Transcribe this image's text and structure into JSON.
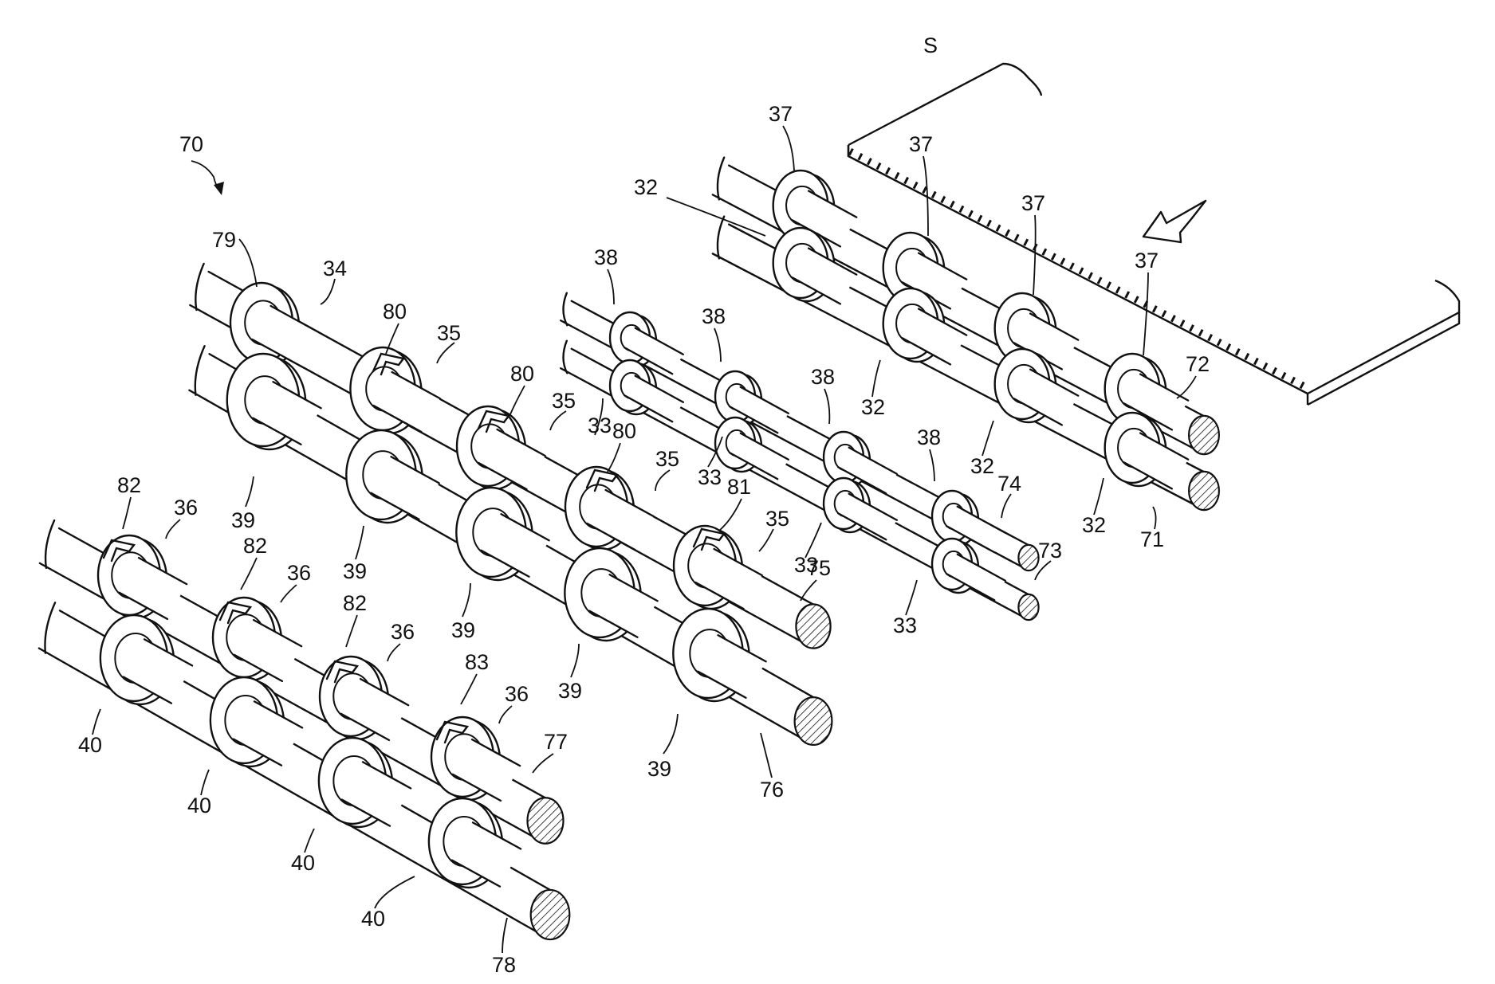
{
  "figure": {
    "assembly_label": "70",
    "sheet_label": "S",
    "transport_direction": "feed arrow pointing down-left toward shafts",
    "labels": [
      {
        "id": "ref-70",
        "text": "70"
      },
      {
        "id": "ref-S",
        "text": "S"
      },
      {
        "id": "ref-79",
        "text": "79"
      },
      {
        "id": "ref-34",
        "text": "34"
      },
      {
        "id": "ref-80a",
        "text": "80"
      },
      {
        "id": "ref-35a",
        "text": "35"
      },
      {
        "id": "ref-80b",
        "text": "80"
      },
      {
        "id": "ref-35b",
        "text": "35"
      },
      {
        "id": "ref-33a",
        "text": "33"
      },
      {
        "id": "ref-80c",
        "text": "80"
      },
      {
        "id": "ref-35c",
        "text": "35"
      },
      {
        "id": "ref-81",
        "text": "81"
      },
      {
        "id": "ref-35d",
        "text": "35"
      },
      {
        "id": "ref-75",
        "text": "75"
      },
      {
        "id": "ref-39a",
        "text": "39"
      },
      {
        "id": "ref-39b",
        "text": "39"
      },
      {
        "id": "ref-39c",
        "text": "39"
      },
      {
        "id": "ref-39d",
        "text": "39"
      },
      {
        "id": "ref-39e",
        "text": "39"
      },
      {
        "id": "ref-76",
        "text": "76"
      },
      {
        "id": "ref-82a",
        "text": "82"
      },
      {
        "id": "ref-36a",
        "text": "36"
      },
      {
        "id": "ref-82b",
        "text": "82"
      },
      {
        "id": "ref-36b",
        "text": "36"
      },
      {
        "id": "ref-82c",
        "text": "82"
      },
      {
        "id": "ref-36c",
        "text": "36"
      },
      {
        "id": "ref-83",
        "text": "83"
      },
      {
        "id": "ref-36d",
        "text": "36"
      },
      {
        "id": "ref-77",
        "text": "77"
      },
      {
        "id": "ref-40a",
        "text": "40"
      },
      {
        "id": "ref-40b",
        "text": "40"
      },
      {
        "id": "ref-40c",
        "text": "40"
      },
      {
        "id": "ref-40d",
        "text": "40"
      },
      {
        "id": "ref-78",
        "text": "78"
      },
      {
        "id": "ref-38a",
        "text": "38"
      },
      {
        "id": "ref-38b",
        "text": "38"
      },
      {
        "id": "ref-38c",
        "text": "38"
      },
      {
        "id": "ref-38d",
        "text": "38"
      },
      {
        "id": "ref-33b",
        "text": "33"
      },
      {
        "id": "ref-33c",
        "text": "33"
      },
      {
        "id": "ref-33d",
        "text": "33"
      },
      {
        "id": "ref-74",
        "text": "74"
      },
      {
        "id": "ref-73",
        "text": "73"
      },
      {
        "id": "ref-37a",
        "text": "37"
      },
      {
        "id": "ref-37b",
        "text": "37"
      },
      {
        "id": "ref-37c",
        "text": "37"
      },
      {
        "id": "ref-37d",
        "text": "37"
      },
      {
        "id": "ref-32a",
        "text": "32"
      },
      {
        "id": "ref-32b",
        "text": "32"
      },
      {
        "id": "ref-32c",
        "text": "32"
      },
      {
        "id": "ref-32d",
        "text": "32"
      },
      {
        "id": "ref-72",
        "text": "72"
      },
      {
        "id": "ref-71",
        "text": "71"
      }
    ]
  }
}
